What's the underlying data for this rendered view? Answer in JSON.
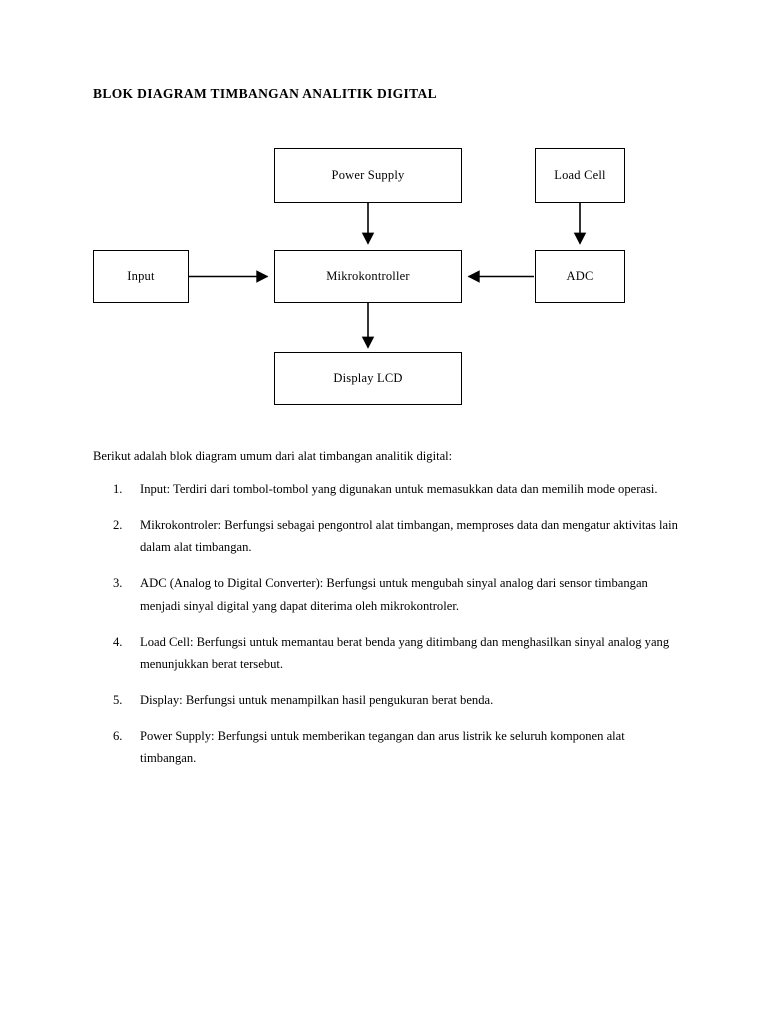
{
  "document": {
    "title": "BLOK DIAGRAM TIMBANGAN ANALITIK DIGITAL",
    "intro": "Berikut adalah blok diagram umum dari alat timbangan analitik digital:"
  },
  "diagram": {
    "nodes": [
      {
        "id": "power-supply",
        "label": "Power Supply"
      },
      {
        "id": "load-cell",
        "label": "Load Cell"
      },
      {
        "id": "input",
        "label": "Input"
      },
      {
        "id": "mikrokontroller",
        "label": "Mikrokontroller"
      },
      {
        "id": "adc",
        "label": "ADC"
      },
      {
        "id": "display-lcd",
        "label": "Display LCD"
      }
    ],
    "edges": [
      {
        "from": "power-supply",
        "to": "mikrokontroller",
        "direction": "down"
      },
      {
        "from": "load-cell",
        "to": "adc",
        "direction": "down"
      },
      {
        "from": "input",
        "to": "mikrokontroller",
        "direction": "right"
      },
      {
        "from": "adc",
        "to": "mikrokontroller",
        "direction": "left"
      },
      {
        "from": "mikrokontroller",
        "to": "display-lcd",
        "direction": "down"
      }
    ],
    "colors": {
      "border": "#000000",
      "fill": "#ffffff",
      "connector": "#000000"
    }
  },
  "list": {
    "items": [
      {
        "marker": "1.",
        "text": "Input: Terdiri dari tombol-tombol yang digunakan untuk memasukkan data dan memilih mode operasi."
      },
      {
        "marker": "2.",
        "text": "Mikrokontroler: Berfungsi sebagai pengontrol alat timbangan, memproses data dan mengatur aktivitas lain dalam alat timbangan."
      },
      {
        "marker": "3.",
        "text": "ADC (Analog to Digital Converter): Berfungsi untuk mengubah sinyal analog dari sensor timbangan menjadi sinyal digital yang dapat diterima oleh mikrokontroler."
      },
      {
        "marker": "4.",
        "text": "Load Cell: Berfungsi untuk memantau berat benda yang ditimbang dan menghasilkan sinyal analog yang menunjukkan berat tersebut."
      },
      {
        "marker": "5.",
        "text": "Display: Berfungsi untuk menampilkan hasil pengukuran berat benda."
      },
      {
        "marker": "6.",
        "text": "Power Supply: Berfungsi untuk memberikan tegangan dan arus listrik ke seluruh komponen alat timbangan."
      }
    ]
  }
}
